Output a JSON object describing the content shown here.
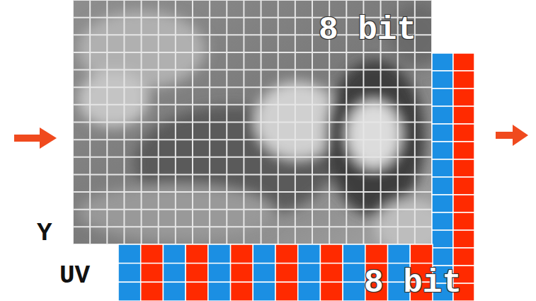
{
  "diagram": {
    "labels": [
      "8 bit",
      "Y",
      "UV",
      "8 bit"
    ]
  }
}
